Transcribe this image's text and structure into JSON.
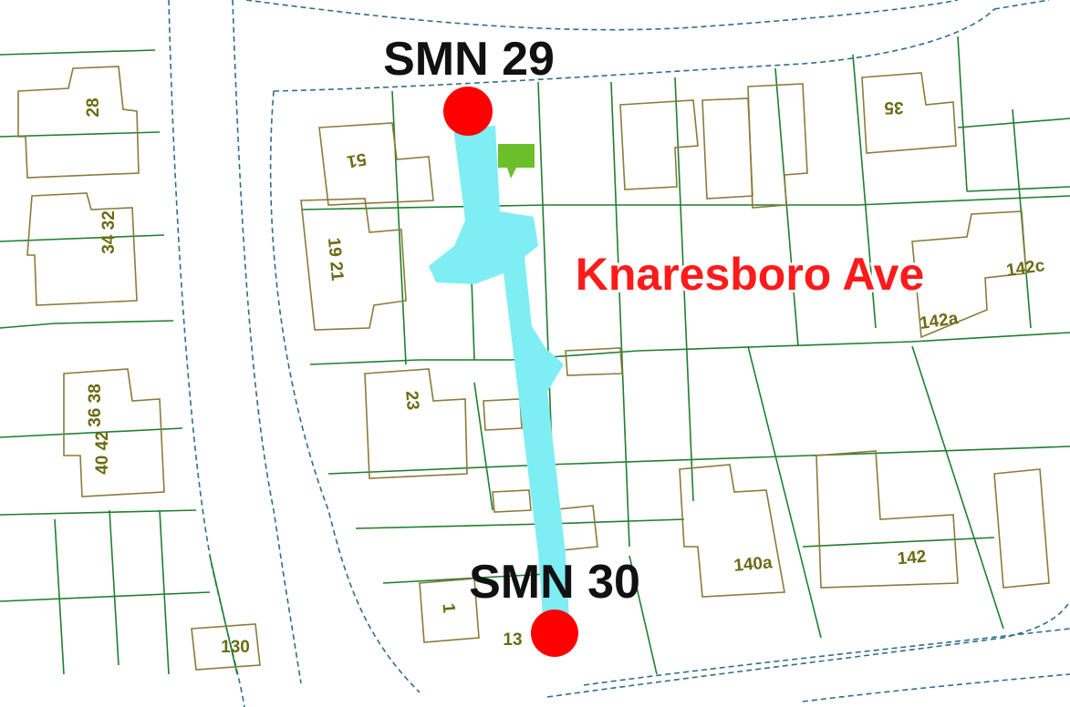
{
  "colors": {
    "sewer_corridor": "#7eeef4",
    "manhole": "#ff0000",
    "street_label": "#ff1a1a",
    "plot_line": "#1f7f2e",
    "building_line": "#8c7a3a",
    "road_edge": "#2f6e8a",
    "flag": "#6cbf2a"
  },
  "manholes": [
    {
      "id": "smn29",
      "label": "SMN 29"
    },
    {
      "id": "smn30",
      "label": "SMN 30"
    }
  ],
  "street": {
    "name": "Knaresboro Ave"
  },
  "flag_icon": "flag-marker-icon",
  "house_numbers": [
    "28",
    "34 32",
    "36 38",
    "40 42",
    "35",
    "51",
    "19 21",
    "23",
    "142c",
    "142a",
    "140a",
    "142",
    "130",
    "13",
    "1"
  ]
}
